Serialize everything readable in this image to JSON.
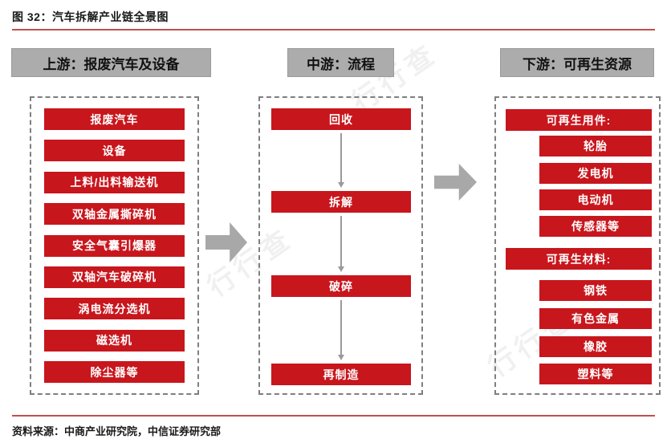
{
  "figure": {
    "title": "图 32：汽车拆解产业链全景图",
    "source": "资料来源：中商产业研究院，中信证券研究部"
  },
  "columns": {
    "upstream": {
      "header": "上游：报废汽车及设备",
      "items": [
        "报废汽车",
        "设备",
        "上料/出料输送机",
        "双轴金属撕碎机",
        "安全气囊引爆器",
        "双轴汽车破碎机",
        "涡电流分选机",
        "磁选机",
        "除尘器等"
      ]
    },
    "midstream": {
      "header": "中游：流程",
      "steps": [
        "回收",
        "拆解",
        "破碎",
        "再制造"
      ]
    },
    "downstream": {
      "header": "下游：可再生资源",
      "groups": [
        {
          "label": "可再生用件:",
          "items": [
            "轮胎",
            "发电机",
            "电动机",
            "传感器等"
          ]
        },
        {
          "label": "可再生材料:",
          "items": [
            "钢铁",
            "有色金属",
            "橡胶",
            "塑料等"
          ]
        }
      ]
    }
  },
  "colors": {
    "box_red": "#c8161d",
    "header_gray": "#acacac",
    "arrow_gray": "#a8a8a8",
    "rule_red": "#c0504d"
  },
  "watermark_text": "行行查"
}
